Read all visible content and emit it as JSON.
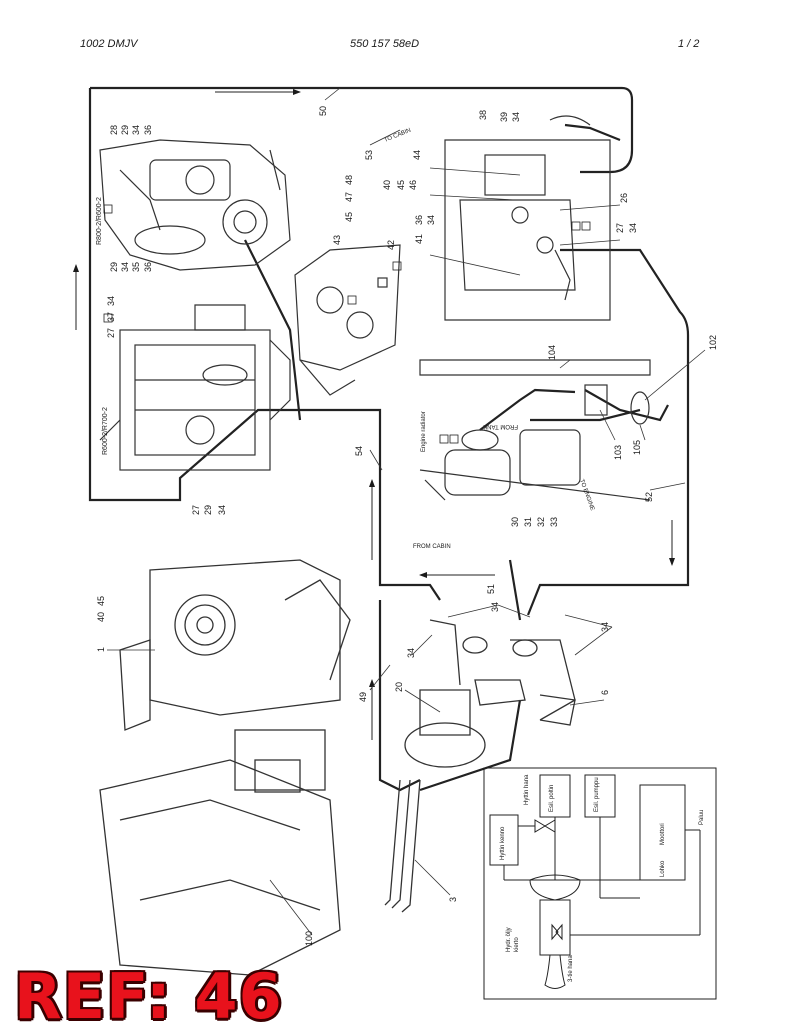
{
  "header": {
    "left": "1002 DMJV",
    "center": "550 157 58eD",
    "right": "1 /  2"
  },
  "stamp": "REF: 46",
  "callouts": {
    "c50": "50",
    "c53": "53",
    "to_cabin_top": "TO CABIN",
    "c38": "38",
    "c39": "39",
    "c34a": "34",
    "c44": "44",
    "c40": "40",
    "c45": "45",
    "c46": "46",
    "c36": "36",
    "c34b": "34",
    "c41": "41",
    "c26": "26",
    "c27": "27",
    "c34c": "34",
    "c43": "43",
    "c45b": "45",
    "c47": "47",
    "c48": "48",
    "c42": "42",
    "c28": "28",
    "c29": "29",
    "c34d": "34",
    "c36b": "36",
    "r800": "R800-2/R600-2",
    "c29b": "29",
    "c34e": "34",
    "c35": "35",
    "c36c": "36",
    "c27b": "27",
    "c37": "37",
    "c34f": "34",
    "r600": "R600-2/R700-2",
    "c27c": "27",
    "c29c": "29",
    "c34g": "34",
    "c104": "104",
    "c102": "102",
    "from_tank": "FROM TANK",
    "engine_radiator": "Engine radiator",
    "c103": "103",
    "c105": "105",
    "c30": "30",
    "c31": "31",
    "c32": "32",
    "c33": "33",
    "to_engine": "TO ENGINE",
    "c52": "52",
    "c54": "54",
    "from_cabin": "FROM CABIN",
    "c51": "51",
    "c1": "1",
    "c40b": "40",
    "c45c": "45",
    "c34h": "34",
    "c34i": "34",
    "c34j": "34",
    "c49": "49",
    "c20": "20",
    "c6": "6",
    "c3": "3",
    "c100": "100"
  },
  "schematic": {
    "hyttin_hana": "Hyttin hana",
    "esilammitin": "Esil. poltin",
    "esil_pumppu": "Esil. pumppu",
    "hyttin_kenno": "Hyttin kenno",
    "lohko": "Lohko",
    "moottori": "Moottori",
    "paluu": "Paluu",
    "hydr_oljy": "Hydr. öljy",
    "lammityskierto": "kierto",
    "hana_3tie": "3-tie hana"
  }
}
